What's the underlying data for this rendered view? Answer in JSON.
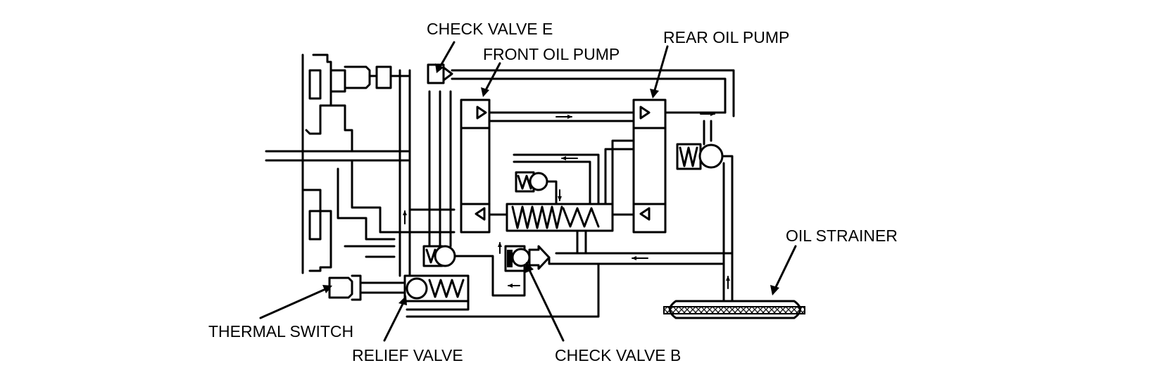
{
  "labels": {
    "check_valve_e": "CHECK VALVE E",
    "front_oil_pump": "FRONT OIL PUMP",
    "rear_oil_pump": "REAR OIL PUMP",
    "oil_strainer": "OIL STRAINER",
    "thermal_switch": "THERMAL SWITCH",
    "relief_valve": "RELIEF VALVE",
    "check_valve_b": "CHECK VALVE B"
  },
  "colors": {
    "line": "#000000",
    "background": "#ffffff"
  }
}
